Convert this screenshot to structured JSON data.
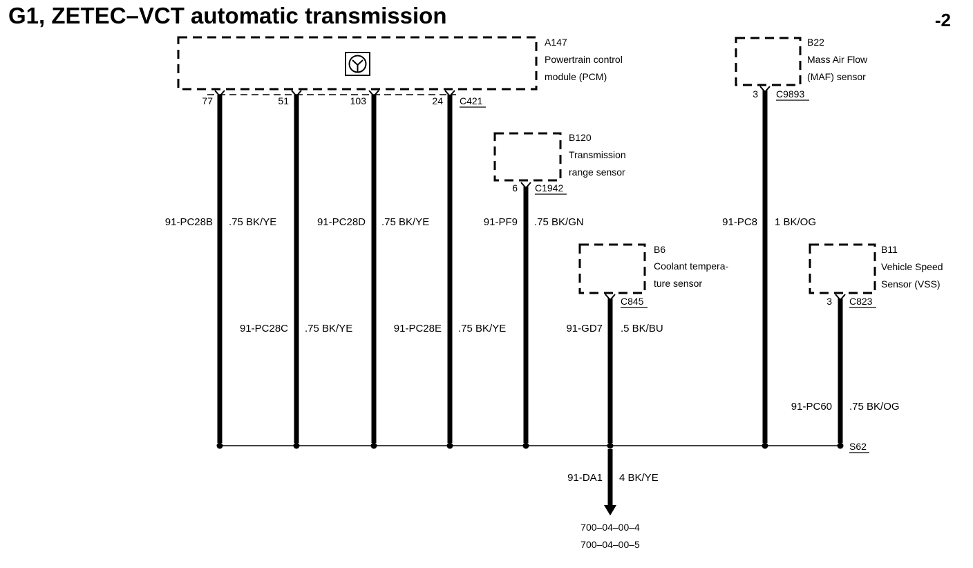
{
  "header": {
    "title": "G1, ZETEC–VCT automatic transmission",
    "page": "-2"
  },
  "components": {
    "pcm": {
      "id": "A147",
      "line1": "Powertrain control",
      "line2": "module (PCM)",
      "connector": "C421",
      "pins": [
        "77",
        "51",
        "103",
        "24"
      ],
      "icon": "pcm-symbol-icon"
    },
    "trs": {
      "id": "B120",
      "line1": "Transmission",
      "line2": "range sensor",
      "connector": "C1942",
      "pin": "6"
    },
    "ect": {
      "id": "B6",
      "line1": "Coolant tempera-",
      "line2": "ture sensor",
      "connector": "C845"
    },
    "maf": {
      "id": "B22",
      "line1": "Mass Air Flow",
      "line2": "(MAF) sensor",
      "connector": "C9893",
      "pin": "3"
    },
    "vss": {
      "id": "B11",
      "line1": "Vehicle Speed",
      "line2": "Sensor (VSS)",
      "connector": "C823",
      "pin": "3"
    }
  },
  "wires": {
    "w1": {
      "code": "91-PC28B",
      "spec": ".75 BK/YE"
    },
    "w2": {
      "code": "91-PC28C",
      "spec": ".75 BK/YE"
    },
    "w3": {
      "code": "91-PC28D",
      "spec": ".75 BK/YE"
    },
    "w4": {
      "code": "91-PC28E",
      "spec": ".75 BK/YE"
    },
    "w5": {
      "code": "91-PF9",
      "spec": ".75 BK/GN"
    },
    "w6": {
      "code": "91-GD7",
      "spec": ".5 BK/BU"
    },
    "w7": {
      "code": "91-PC8",
      "spec": "1 BK/OG"
    },
    "w8": {
      "code": "91-PC60",
      "spec": ".75 BK/OG"
    },
    "ground": {
      "code": "91-DA1",
      "spec": "4 BK/YE"
    }
  },
  "splice": {
    "id": "S62"
  },
  "references": [
    "700–04–00–4",
    "700–04–00–5"
  ]
}
